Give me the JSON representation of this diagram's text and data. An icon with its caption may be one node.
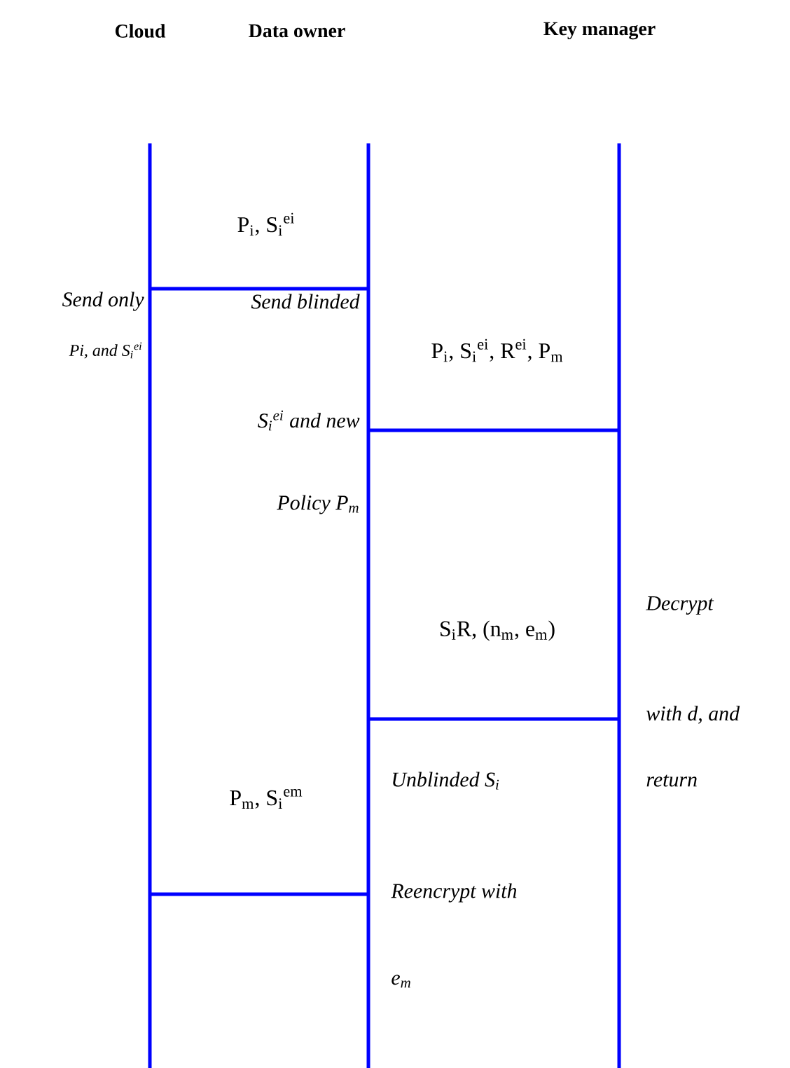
{
  "diagram": {
    "nodes": [
      {
        "text": [],
        "shape": "bar"
      },
      {
        "text": [],
        "shape": "bar"
      },
      {
        "text": [],
        "shape": "bar"
      }
    ],
    "edges": [
      {
        "from": 0,
        "to": 1,
        "arrow": "none",
        "label": "P$_{i}$, S$_{i}$$^{ei}$"
      },
      {
        "from": 1,
        "to": 2,
        "arrow": "none",
        "label": "P$_{i}$, S$_{i}$$^{ei}$, R$^{ei}$, P$_{m}$"
      },
      {
        "from": 2,
        "to": 1,
        "arrow": "none",
        "label": "S$_{i}$R, (n$_{m}$, e$_{m}$)"
      },
      {
        "from": 1,
        "to": 0,
        "arrow": "none",
        "label": "P$_{m}$, S$_{i}$$^{em}$"
      }
    ],
    "labels": [
      "Cloud",
      "Data owner",
      "Key manager",
      "Send only",
      "Send blinded",
      "Pi, and S$_{i}$$^{ei}$",
      "S$_{i}$$^{ei}$ and new",
      "Policy P$_{m}$",
      "Decrypt",
      "with d, and",
      "Unblinded S$_{i}$",
      "return",
      "Reencrypt with",
      "e$_{m}$"
    ]
  }
}
